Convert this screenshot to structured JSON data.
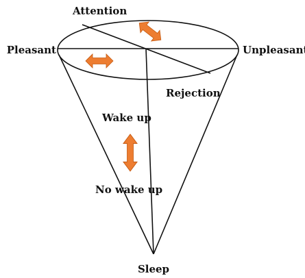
{
  "diagram": {
    "labels": {
      "attention": "Attention",
      "pleasant": "Pleasant",
      "unpleasant": "Unpleasant",
      "rejection": "Rejection",
      "wake_up": "Wake up",
      "no_wake_up": "No wake up",
      "sleep": "Sleep"
    },
    "colors": {
      "line": "#111111",
      "arrow": "#ED7D31",
      "arrow_outline": "#C55A11",
      "text": "#111111",
      "background": "#FFFFFF"
    }
  }
}
